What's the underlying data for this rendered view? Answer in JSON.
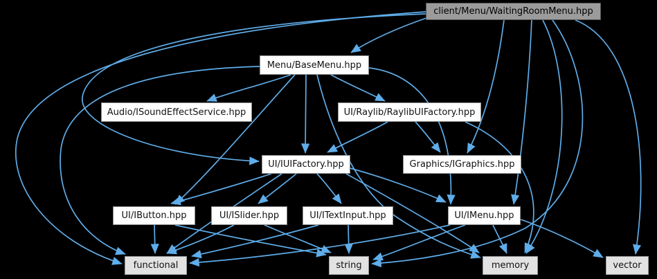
{
  "graph": {
    "nodes": [
      {
        "id": "wrm",
        "label": "client/Menu/WaitingRoomMenu.hpp",
        "kind": "root"
      },
      {
        "id": "basemenu",
        "label": "Menu/BaseMenu.hpp",
        "kind": "file"
      },
      {
        "id": "audio",
        "label": "Audio/ISoundEffectService.hpp",
        "kind": "file"
      },
      {
        "id": "raylib",
        "label": "UI/Raylib/RaylibUIFactory.hpp",
        "kind": "file"
      },
      {
        "id": "iuifactory",
        "label": "UI/IUIFactory.hpp",
        "kind": "file"
      },
      {
        "id": "igraphics",
        "label": "Graphics/IGraphics.hpp",
        "kind": "file"
      },
      {
        "id": "ibutton",
        "label": "UI/IButton.hpp",
        "kind": "file"
      },
      {
        "id": "islider",
        "label": "UI/ISlider.hpp",
        "kind": "file"
      },
      {
        "id": "itextinput",
        "label": "UI/ITextInput.hpp",
        "kind": "file"
      },
      {
        "id": "imenu",
        "label": "UI/IMenu.hpp",
        "kind": "file"
      },
      {
        "id": "functional",
        "label": "functional",
        "kind": "std"
      },
      {
        "id": "string",
        "label": "string",
        "kind": "std"
      },
      {
        "id": "memory",
        "label": "memory",
        "kind": "std"
      },
      {
        "id": "vector",
        "label": "vector",
        "kind": "std"
      }
    ],
    "edges": [
      {
        "from": "wrm",
        "to": "basemenu"
      },
      {
        "from": "wrm",
        "to": "iuifactory"
      },
      {
        "from": "wrm",
        "to": "igraphics"
      },
      {
        "from": "wrm",
        "to": "imenu"
      },
      {
        "from": "wrm",
        "to": "functional"
      },
      {
        "from": "wrm",
        "to": "string"
      },
      {
        "from": "wrm",
        "to": "memory"
      },
      {
        "from": "wrm",
        "to": "vector"
      },
      {
        "from": "basemenu",
        "to": "audio"
      },
      {
        "from": "basemenu",
        "to": "raylib"
      },
      {
        "from": "basemenu",
        "to": "iuifactory"
      },
      {
        "from": "basemenu",
        "to": "ibutton"
      },
      {
        "from": "basemenu",
        "to": "imenu"
      },
      {
        "from": "basemenu",
        "to": "memory"
      },
      {
        "from": "basemenu",
        "to": "functional"
      },
      {
        "from": "raylib",
        "to": "iuifactory"
      },
      {
        "from": "raylib",
        "to": "igraphics"
      },
      {
        "from": "raylib",
        "to": "memory"
      },
      {
        "from": "iuifactory",
        "to": "ibutton"
      },
      {
        "from": "iuifactory",
        "to": "islider"
      },
      {
        "from": "iuifactory",
        "to": "itextinput"
      },
      {
        "from": "iuifactory",
        "to": "imenu"
      },
      {
        "from": "iuifactory",
        "to": "memory"
      },
      {
        "from": "iuifactory",
        "to": "functional"
      },
      {
        "from": "ibutton",
        "to": "functional"
      },
      {
        "from": "ibutton",
        "to": "string"
      },
      {
        "from": "islider",
        "to": "functional"
      },
      {
        "from": "islider",
        "to": "string"
      },
      {
        "from": "itextinput",
        "to": "functional"
      },
      {
        "from": "itextinput",
        "to": "string"
      },
      {
        "from": "imenu",
        "to": "functional"
      },
      {
        "from": "imenu",
        "to": "string"
      },
      {
        "from": "imenu",
        "to": "memory"
      },
      {
        "from": "imenu",
        "to": "vector"
      }
    ],
    "colors": {
      "background": "#000000",
      "edge": "#5fadea",
      "root_fill": "#9b9b9b",
      "root_border": "#545454",
      "file_fill": "#ffffff",
      "file_border": "#8f8f8f",
      "std_fill": "#e2e2e2",
      "std_border": "#9a9a9a",
      "text": "#111111"
    }
  }
}
